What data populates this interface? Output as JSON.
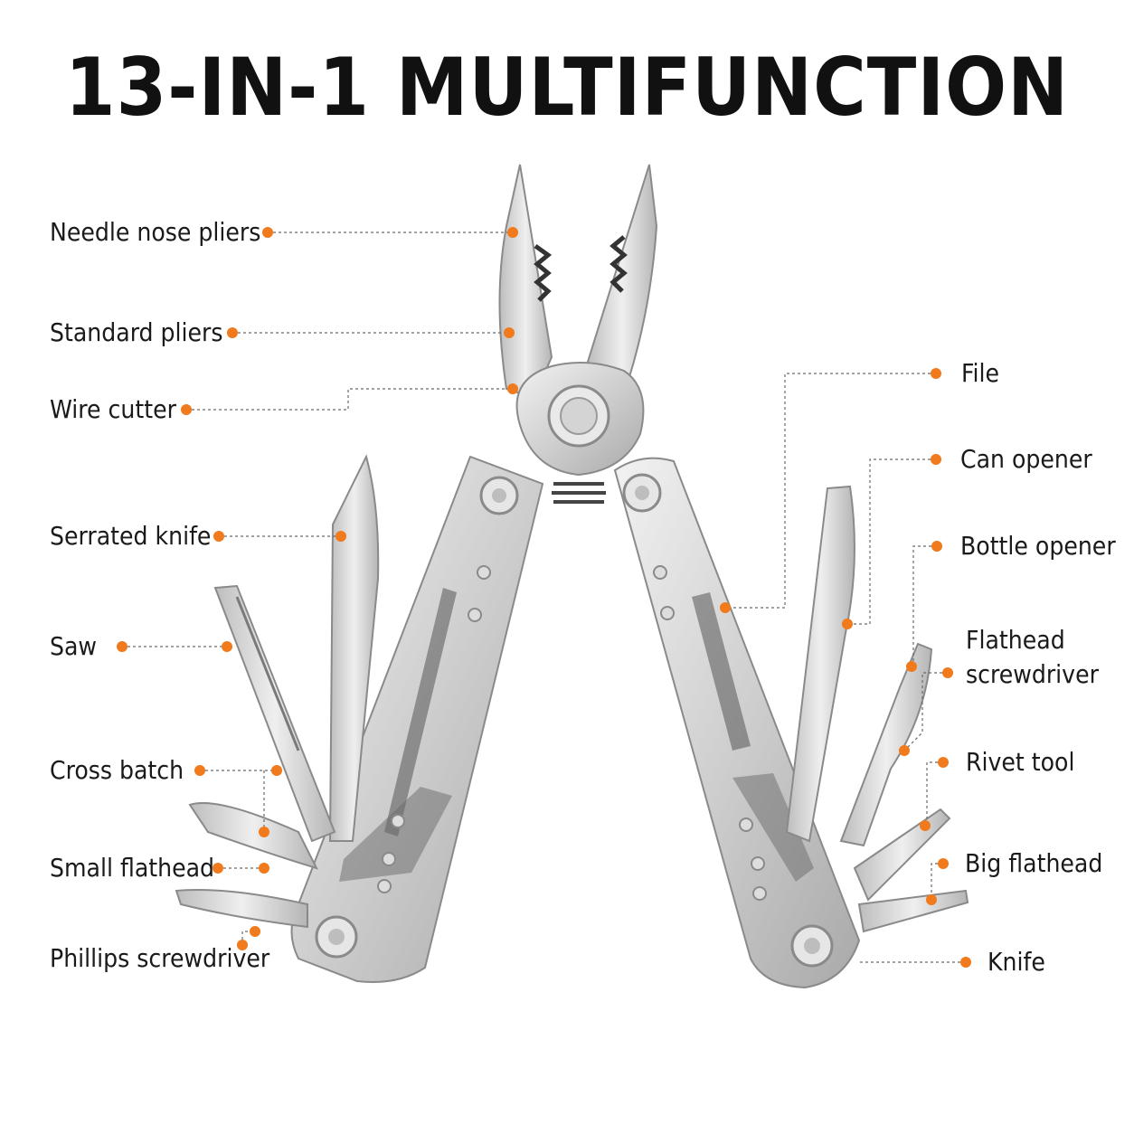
{
  "title": "13-IN-1 MULTIFUNCTION",
  "colors": {
    "accent": "#f07a1c",
    "text": "#1a1a1a",
    "steel_light": "#e4e4e4",
    "steel_mid": "#c6c6c6",
    "steel_dark": "#8e8e8e"
  },
  "labels_left": [
    {
      "key": "needle-nose-pliers",
      "text": "Needle nose pliers"
    },
    {
      "key": "standard-pliers",
      "text": "Standard pliers"
    },
    {
      "key": "wire-cutter",
      "text": "Wire cutter"
    },
    {
      "key": "serrated-knife",
      "text": "Serrated knife"
    },
    {
      "key": "saw",
      "text": "Saw"
    },
    {
      "key": "cross-batch",
      "text": "Cross batch"
    },
    {
      "key": "small-flathead",
      "text": "Small flathead"
    },
    {
      "key": "phillips-screwdriver",
      "text": "Phillips screwdriver"
    }
  ],
  "labels_right": [
    {
      "key": "file",
      "text": "File"
    },
    {
      "key": "can-opener",
      "text": "Can opener"
    },
    {
      "key": "bottle-opener",
      "text": "Bottle opener"
    },
    {
      "key": "flathead-screwdriver",
      "line1": "Flathead",
      "line2": "screwdriver"
    },
    {
      "key": "rivet-tool",
      "text": "Rivet tool"
    },
    {
      "key": "big-flathead",
      "text": "Big flathead"
    },
    {
      "key": "knife",
      "text": "Knife"
    }
  ]
}
